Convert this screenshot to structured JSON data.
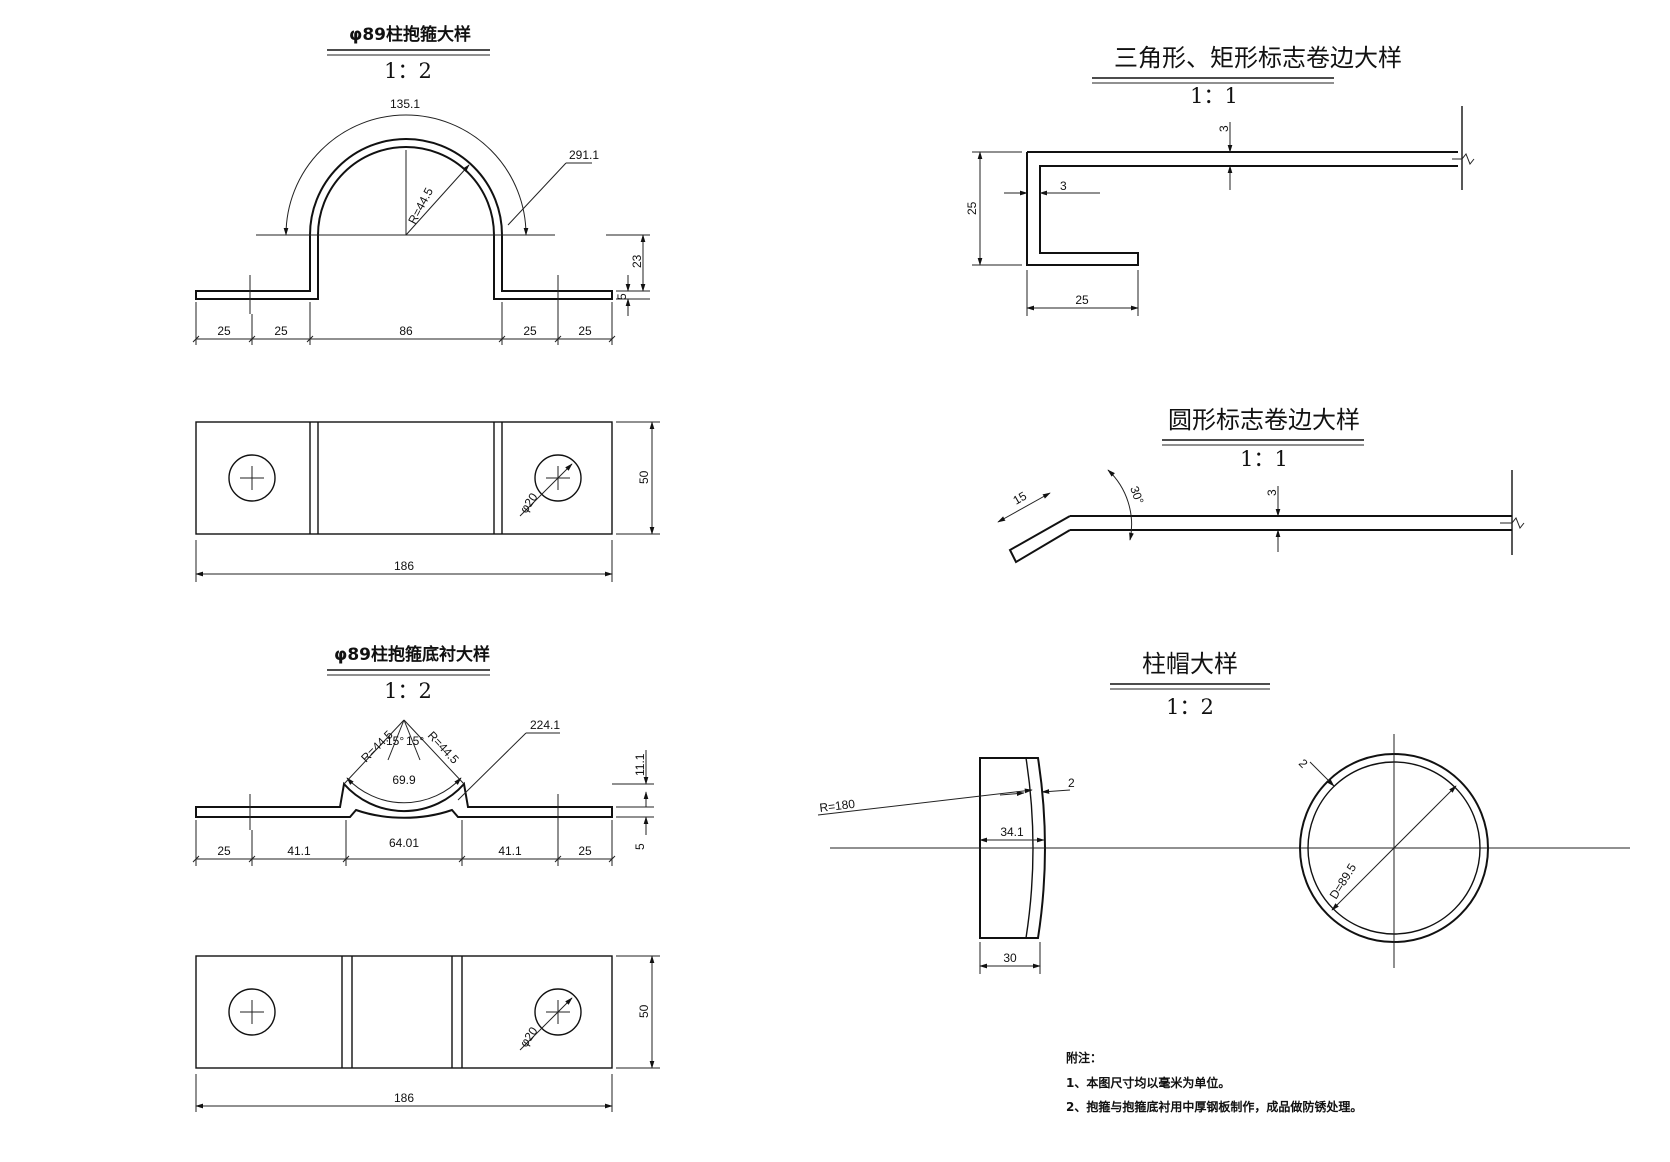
{
  "left_top": {
    "title": "φ89柱抱箍大样",
    "scale": "1：2",
    "dims": {
      "arc": "135.1",
      "leader": "291.1",
      "radius": "R=44.5",
      "h23": "23",
      "h5": "5",
      "w1": "25",
      "w2": "25",
      "w3": "86",
      "w4": "25",
      "w5": "25"
    }
  },
  "left_plan1": {
    "hole": "φ20",
    "height": "50",
    "width": "186"
  },
  "left_mid": {
    "title": "φ89柱抱箍底衬大样",
    "scale": "1：2",
    "dims": {
      "r_left": "R=44.5",
      "r_right": "R=44.5",
      "ang_left": "15°",
      "ang_right": "15°",
      "chord": "69.9",
      "leader": "224.1",
      "h11": "11.1",
      "h5": "5",
      "w1": "25",
      "w2": "41.1",
      "w3": "64.01",
      "w4": "41.1",
      "w5": "25"
    }
  },
  "left_plan2": {
    "hole": "φ20",
    "height": "50",
    "width": "186"
  },
  "right_top": {
    "title": "三角形、矩形标志卷边大样",
    "scale": "1：1",
    "dims": {
      "t_top": "3",
      "t_side": "3",
      "height": "25",
      "width": "25"
    }
  },
  "right_mid": {
    "title": "圆形标志卷边大样",
    "scale": "1：1",
    "dims": {
      "len": "15",
      "angle": "30°",
      "t": "3"
    }
  },
  "right_bottom": {
    "title": "柱帽大样",
    "scale": "1：2",
    "dims": {
      "radius": "R=180",
      "t": "2",
      "h34": "34.1",
      "w30": "30",
      "t_circle": "2",
      "diam": "D=89.5"
    }
  },
  "notes": {
    "title": "附注：",
    "items": [
      "1、本图尺寸均以毫米为单位。",
      "2、抱箍与抱箍底衬用中厚钢板制作，成品做防锈处理。"
    ]
  }
}
